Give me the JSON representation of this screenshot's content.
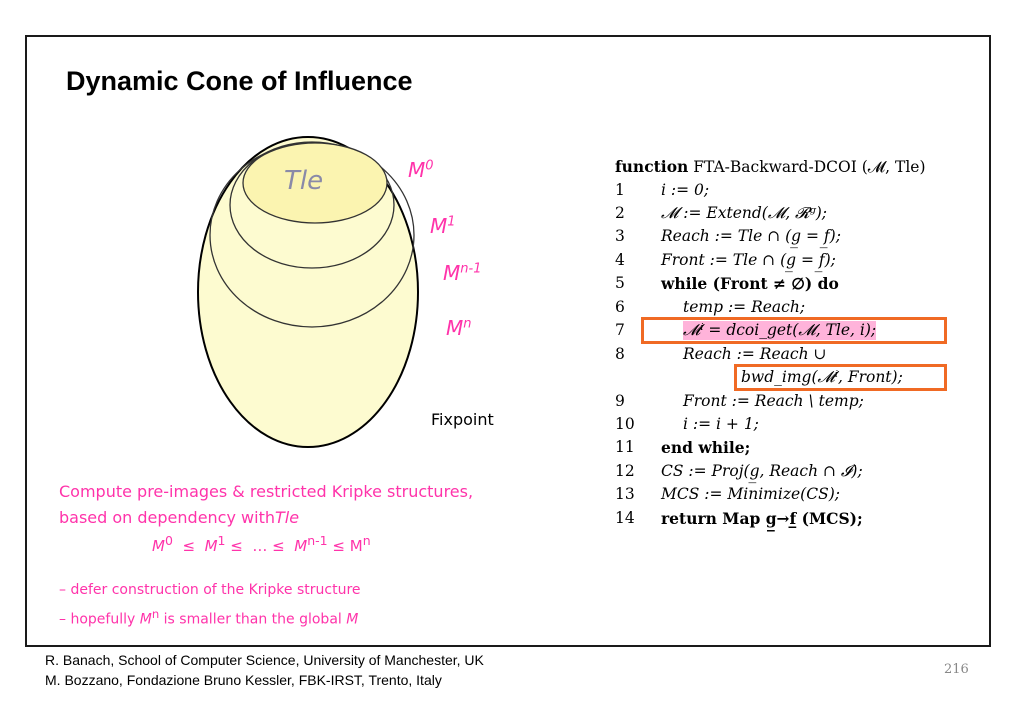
{
  "slide": {
    "title": "Dynamic Cone of Influence",
    "page_number": "216"
  },
  "diagram": {
    "tle": "Tle",
    "labels": [
      {
        "base": "M",
        "sup": "0"
      },
      {
        "base": "M",
        "sup": "1"
      },
      {
        "base": "M",
        "sup": "n-1"
      },
      {
        "base": "M",
        "sup": "n"
      }
    ],
    "fixpoint": "Fixpoint",
    "colors": {
      "fill": "#fdfbd0",
      "inner_fill": "#fbf4b0",
      "label": "#ff33aa"
    }
  },
  "notes": {
    "compute": "Compute pre-images & restricted Kripke structures,",
    "based_prefix": "based on  dependency with",
    "based_tle": "Tle",
    "chain": [
      "M",
      "0",
      "≤",
      "M",
      "1",
      "≤",
      "… ≤",
      "M",
      "n-1",
      "≤ M",
      "n"
    ],
    "defer": "– defer construction of the Kripke structure",
    "hope_prefix": "– hopefully ",
    "hope_m": "M",
    "hope_sup": "n",
    "hope_suffix": " is smaller than the global ",
    "hope_end": "M"
  },
  "algorithm": {
    "header_kw": "function",
    "header_rest": " FTA-Backward-DCOI (𝓜, Tle)",
    "lines": [
      {
        "num": "1",
        "code": "i := 0;"
      },
      {
        "num": "2",
        "code": "𝓜 := Extend(𝓜, 𝓡ᵍ);"
      },
      {
        "num": "3",
        "code": "Reach := Tle ∩ (g̲ = f̲);"
      },
      {
        "num": "4",
        "code": "Front := Tle ∩ (g̲ = f̲);"
      },
      {
        "num": "5",
        "code": "while (Front ≠ ∅) do"
      },
      {
        "num": "6",
        "code": "temp := Reach;"
      },
      {
        "num": "7",
        "code": "𝓜ⁱ = dcoi_get(𝓜, Tle, i);"
      },
      {
        "num": "8",
        "code": "Reach := Reach ∪"
      },
      {
        "num": "",
        "code": "bwd_img(𝓜ⁱ, Front);"
      },
      {
        "num": "9",
        "code": "Front := Reach \\ temp;"
      },
      {
        "num": "10",
        "code": "i := i + 1;"
      },
      {
        "num": "11",
        "code": "end while;"
      },
      {
        "num": "12",
        "code": "CS := Proj(g̲, Reach ∩ 𝓘);"
      },
      {
        "num": "13",
        "code": "MCS := Minimize(CS);"
      },
      {
        "num": "14",
        "code": "return Map g̲→f̲ (MCS);"
      }
    ]
  },
  "footer": {
    "line1": "R. Banach, School of  Computer Science, University of Manchester, UK",
    "line2": "M. Bozzano, Fondazione Bruno Kessler, FBK-IRST, Trento, Italy"
  }
}
